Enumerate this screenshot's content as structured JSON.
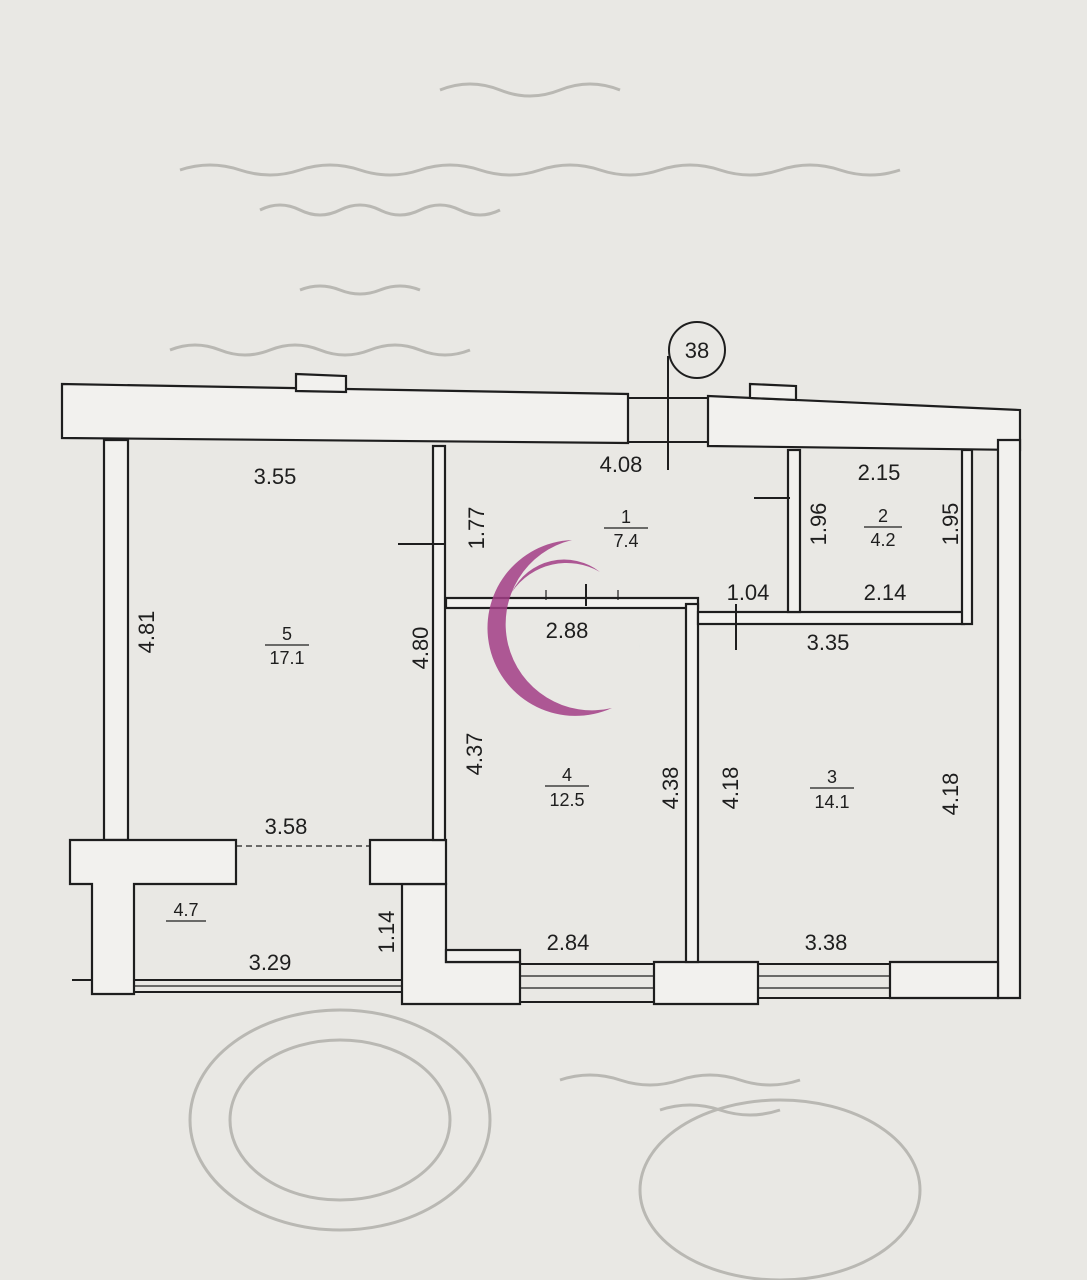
{
  "axis_marker": "38",
  "rooms": [
    {
      "number": "1",
      "area": "7.4"
    },
    {
      "number": "2",
      "area": "4.2"
    },
    {
      "number": "3",
      "area": "14.1"
    },
    {
      "number": "4",
      "area": "12.5"
    },
    {
      "number": "5",
      "area": "17.1"
    }
  ],
  "balcony_area": "4.7",
  "dimensions": {
    "room5_width": "3.55",
    "room5_depth": "4.81",
    "room5_bottom": "3.58",
    "room5_right": "4.80",
    "hall_width": "4.08",
    "hall_depth": "1.77",
    "hall_step": "1.04",
    "room2_top": "2.15",
    "room2_bottom": "2.14",
    "room2_left": "1.96",
    "room2_right": "1.95",
    "room4_top": "2.88",
    "room4_left": "4.37",
    "room4_right": "4.38",
    "room4_bottom": "2.84",
    "room3_top": "3.35",
    "room3_left": "4.18",
    "room3_right": "4.18",
    "room3_bottom": "3.38",
    "balcony_width": "3.29",
    "balcony_depth": "1.14"
  },
  "colors": {
    "paper": "#e9e8e4",
    "ink": "#1e1e1e",
    "logo_magenta": "#a23d86",
    "logo_teal": "#3aa79d"
  }
}
